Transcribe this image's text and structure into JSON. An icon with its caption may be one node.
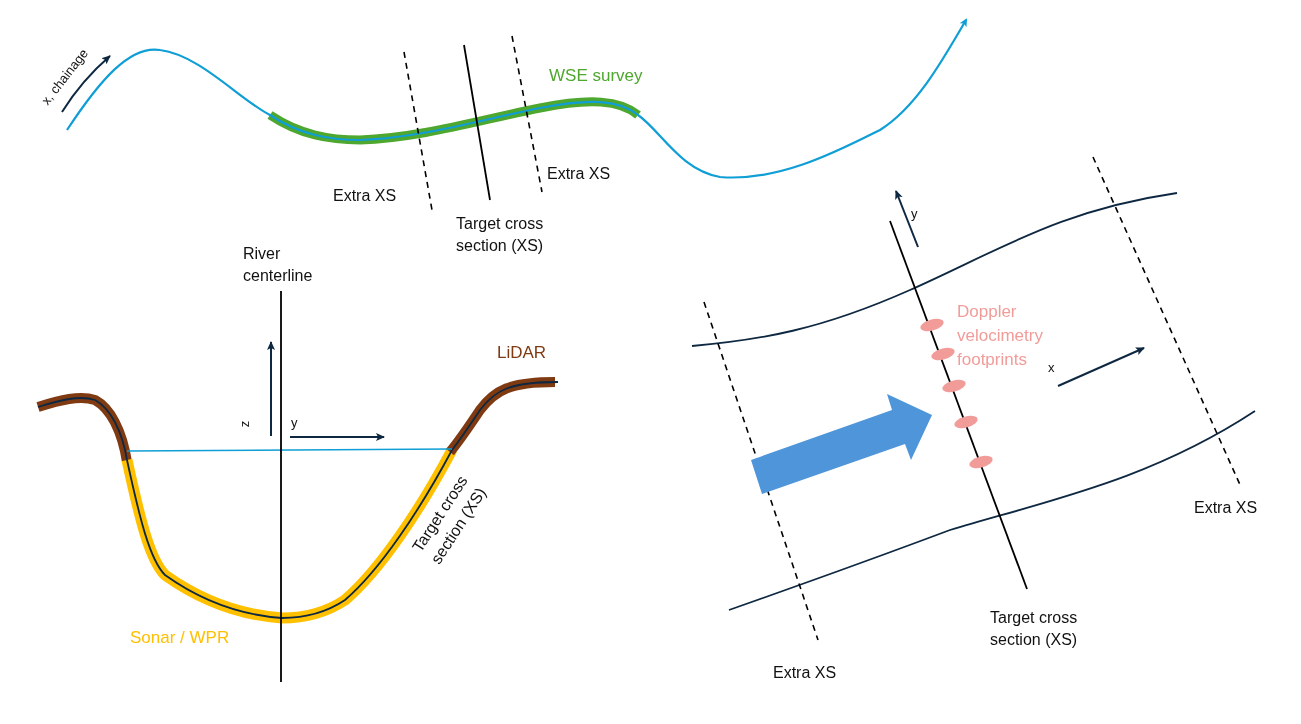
{
  "diagram": {
    "labels": [
      "x, chainage",
      "WSE survey",
      "Extra XS",
      "Extra XS",
      "Target cross section (XS)",
      "y",
      "River centerline",
      "Doppler velocimetry footprints",
      "LiDAR",
      "x",
      "z",
      "y",
      "Target cross section (XS)",
      "Sonar / WPR",
      "Extra XS",
      "Target cross section (XS)",
      "Extra XS"
    ]
  }
}
